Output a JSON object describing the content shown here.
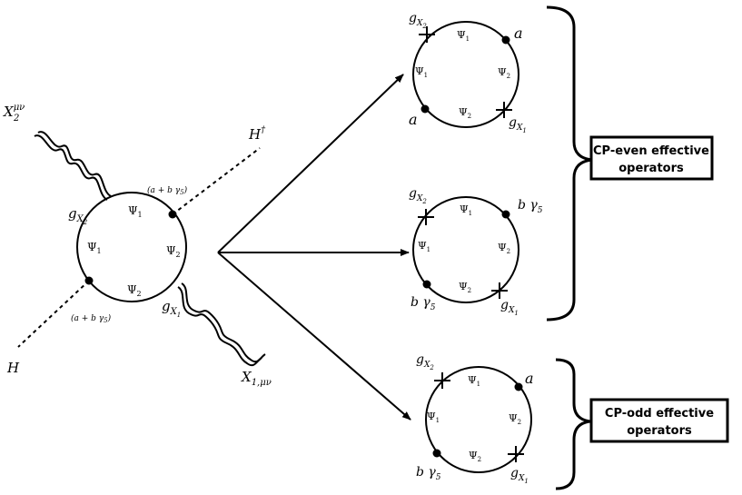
{
  "main_diagram": {
    "field_labels": {
      "x2": "X",
      "x2_sup": "μν",
      "x2_sub": "2",
      "x1": "X",
      "x1_sub": "1,μν",
      "h_dagger": "H",
      "h_dagger_sup": "†",
      "h": "H"
    },
    "vertex_labels": {
      "top": "(a + b γ",
      "top_sub": "5",
      "top_close": ")",
      "bottom": "(a + b γ",
      "bottom_sub": "5",
      "bottom_close": ")"
    },
    "couplings": {
      "g": "g",
      "x2_sub": "X",
      "x2_subsub": "2",
      "x1_sub": "X",
      "x1_subsub": "1"
    },
    "psi": {
      "symbol": "Ψ",
      "sub1": "1",
      "sub2": "2"
    }
  },
  "result_loops": [
    {
      "name": "loop-a-a",
      "coupling_sym": "g",
      "coupling_x": "X",
      "coupling_left_sub": "2",
      "coupling_right_sub": "1",
      "top_right_vertex": "a",
      "bottom_left_vertex": "a",
      "bottom_left_sub": ""
    },
    {
      "name": "loop-bg5-bg5",
      "coupling_sym": "g",
      "coupling_x": "X",
      "coupling_left_sub": "2",
      "coupling_right_sub": "1",
      "top_right_vertex": "b γ",
      "top_right_sub": "5",
      "bottom_left_vertex": "b γ",
      "bottom_left_sub": "5"
    },
    {
      "name": "loop-a-bg5",
      "coupling_sym": "g",
      "coupling_x": "X",
      "coupling_left_sub": "2",
      "coupling_right_sub": "1",
      "top_right_vertex": "a",
      "bottom_left_vertex": "b γ",
      "bottom_left_sub": "5"
    }
  ],
  "boxes": {
    "cp_even_line1": "CP-even effective",
    "cp_even_line2": "operators",
    "cp_odd_line1": "CP-odd effective",
    "cp_odd_line2": "operators"
  }
}
